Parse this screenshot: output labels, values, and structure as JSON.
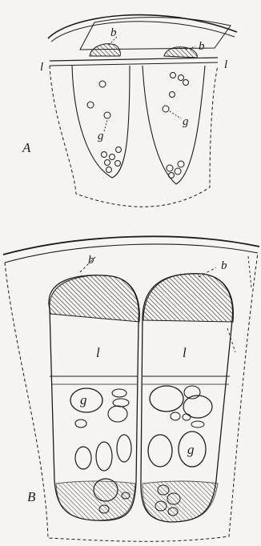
{
  "figure": {
    "panel_a": {
      "label": "A",
      "annotations": {
        "b_left": "b",
        "b_right": "b",
        "l_left": "l",
        "l_right": "l",
        "g_left": "g",
        "g_right": "g"
      }
    },
    "panel_b": {
      "label": "B",
      "annotations": {
        "b_left": "b",
        "b_right": "b",
        "l_left": "l",
        "l_right": "l",
        "g_left": "g",
        "g_right": "g"
      }
    },
    "colors": {
      "ink": "#1c1c1c",
      "paper": "#f6f4ee"
    }
  }
}
